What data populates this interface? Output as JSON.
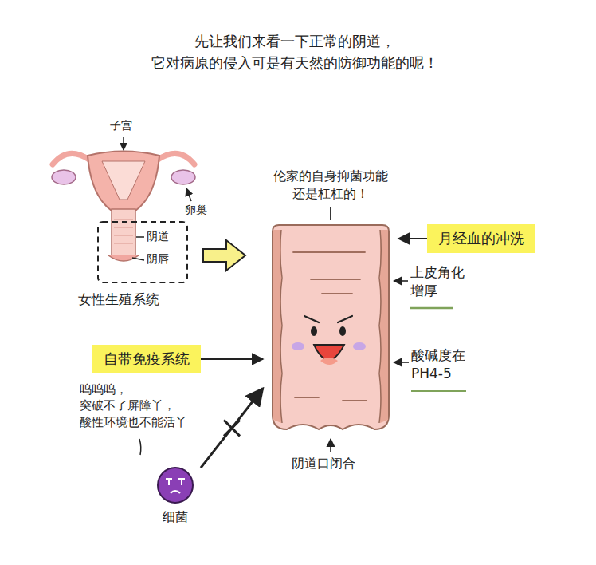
{
  "diagram": {
    "title": "先让我们来看一下正常的阴道， 它对病原的侵入可是有天然的防御功能的呢！",
    "nodes": [
      {
        "text": [
          "伦家的自身抑菌功能 还是杠杠的！"
        ]
      },
      {
        "text": [
          "月经血的冲洗"
        ]
      },
      {
        "text": [
          "自带免疫系统"
        ]
      },
      {
        "text": [
          "细菌"
        ]
      }
    ],
    "edges": [
      {
        "from": 1,
        "to": 0,
        "arrow": "to"
      },
      {
        "from": 2,
        "to": 0,
        "arrow": "to"
      },
      {
        "from": 3,
        "to": 0,
        "arrow": "to"
      }
    ],
    "labels": [
      "子宫",
      "卵巢",
      "阴道",
      "阴唇",
      "女性生殖系统",
      "上皮角化 增厚",
      "酸碱度在 PH4-5",
      "阴道口闭合",
      "呜呜呜， 突破不了屏障丫， 酸性环境也不能活丫"
    ]
  }
}
